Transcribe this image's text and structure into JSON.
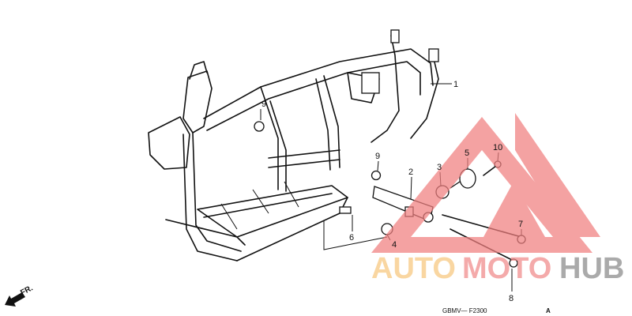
{
  "diagram": {
    "callouts": [
      {
        "id": "1",
        "label": "1"
      },
      {
        "id": "2",
        "label": "2"
      },
      {
        "id": "3",
        "label": "3"
      },
      {
        "id": "4",
        "label": "4"
      },
      {
        "id": "5",
        "label": "5"
      },
      {
        "id": "6",
        "label": "6"
      },
      {
        "id": "7",
        "label": "7"
      },
      {
        "id": "8",
        "label": "8"
      },
      {
        "id": "9a",
        "label": "9"
      },
      {
        "id": "9b",
        "label": "9"
      },
      {
        "id": "10",
        "label": "10"
      }
    ],
    "direction_label": "FR.",
    "drawing_code": "GBMV— F2300",
    "drawing_variant": "A"
  },
  "watermark": {
    "part1": "AUTO",
    "part2": "MOTO",
    "part3": "HUB",
    "colors": {
      "part1": "#f8c77e",
      "part2": "#f08a8a",
      "part3": "#8a8a8a",
      "triangle": "#f07f7f"
    }
  }
}
